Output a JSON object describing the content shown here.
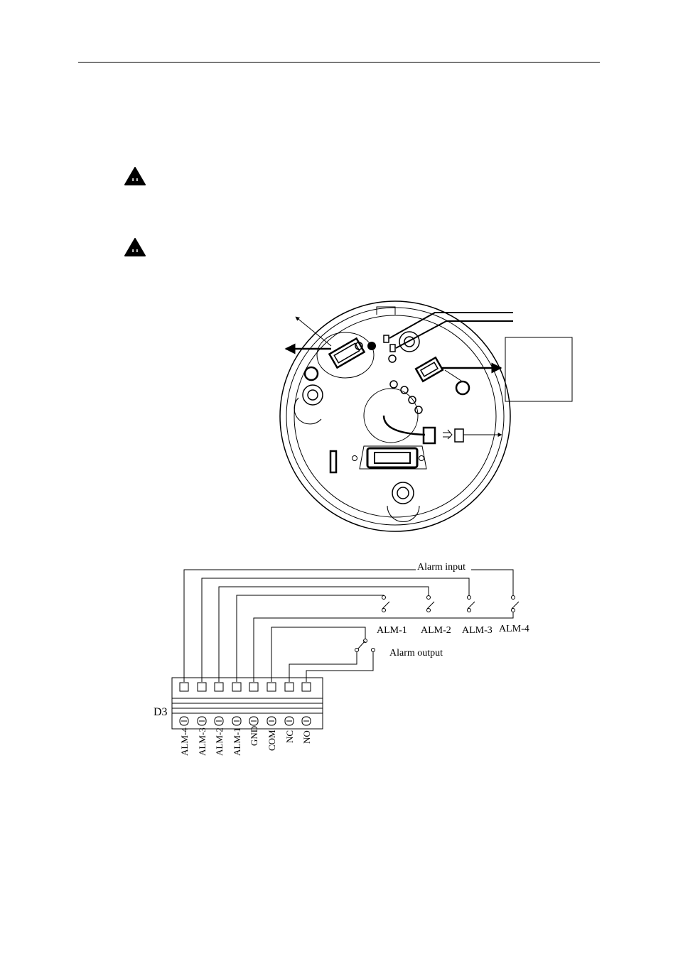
{
  "icons": [
    "warning-triangle-icon",
    "warning-triangle-icon"
  ],
  "wiring": {
    "alarm_input_title": "Alarm input",
    "alarm_output_title": "Alarm output",
    "inputs": [
      "ALM-1",
      "ALM-2",
      "ALM-3",
      "ALM-4"
    ],
    "block_label": "D3",
    "terminals": [
      "ALM-4",
      "ALM-3",
      "ALM-2",
      "ALM-1",
      "GND",
      "COM",
      "NC",
      "NO"
    ]
  }
}
